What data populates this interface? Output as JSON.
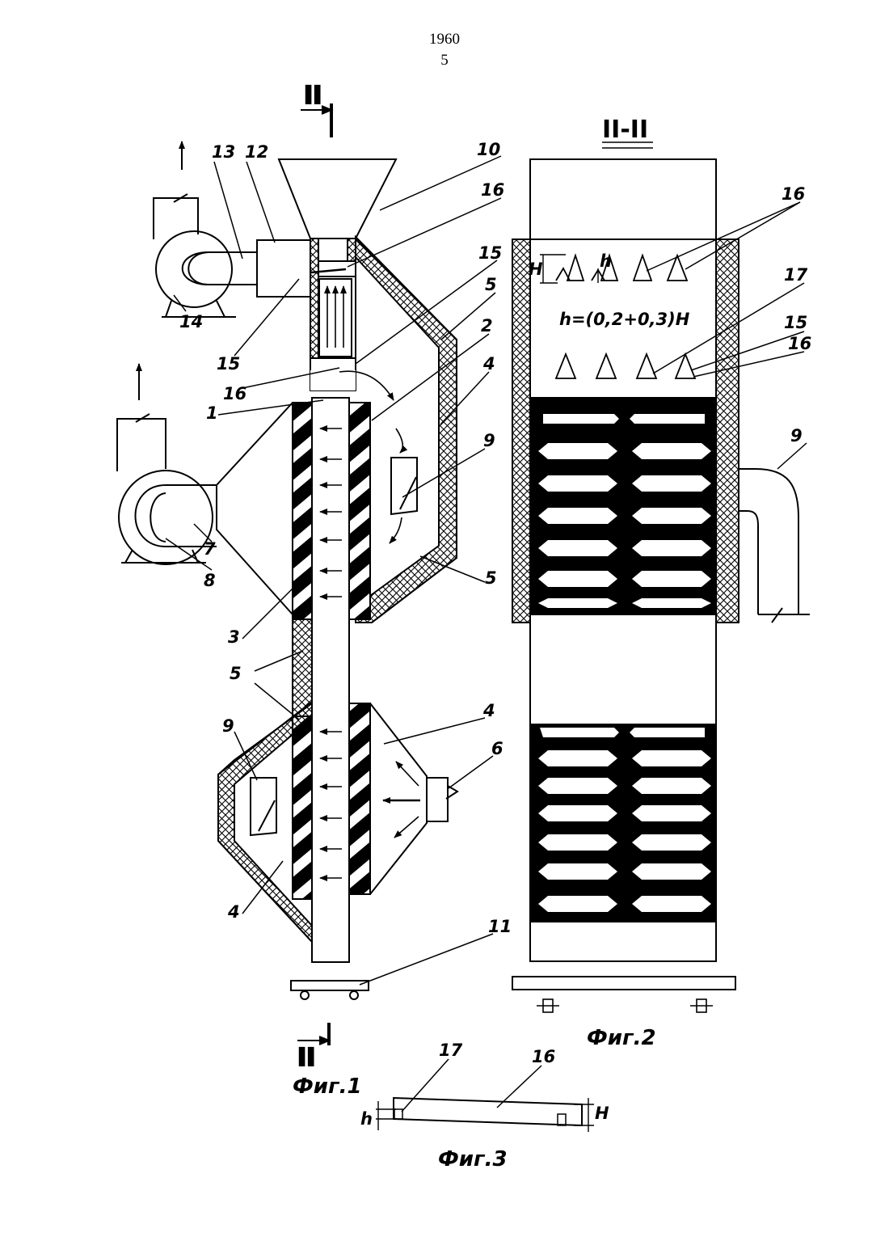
{
  "page": {
    "year": "1960",
    "page_number": "5"
  },
  "figure1": {
    "caption": "Фиг.1",
    "section_marker": "II",
    "labels": {
      "l1": "1",
      "l2": "2",
      "l3": "3",
      "l4a": "4",
      "l4b": "4",
      "l4c": "4",
      "l5a": "5",
      "l5b": "5",
      "l5c": "5",
      "l6": "6",
      "l7": "7",
      "l8": "8",
      "l9a": "9",
      "l9b": "9",
      "l10": "10",
      "l11": "11",
      "l12": "12",
      "l13": "13",
      "l14": "14",
      "l15a": "15",
      "l15b": "15",
      "l16a": "16",
      "l16b": "16"
    }
  },
  "figure2": {
    "caption": "Фиг.2",
    "section_title": "II-II",
    "formula": "h=(0,2+0,3)H",
    "dim_H": "H",
    "dim_h": "h",
    "labels": {
      "l16a": "16",
      "l17": "17",
      "l15": "15",
      "l16b": "16",
      "l9": "9"
    }
  },
  "figure3": {
    "caption": "Фиг.3",
    "dim_h": "h",
    "dim_H": "H",
    "labels": {
      "l17": "17",
      "l16": "16"
    }
  }
}
